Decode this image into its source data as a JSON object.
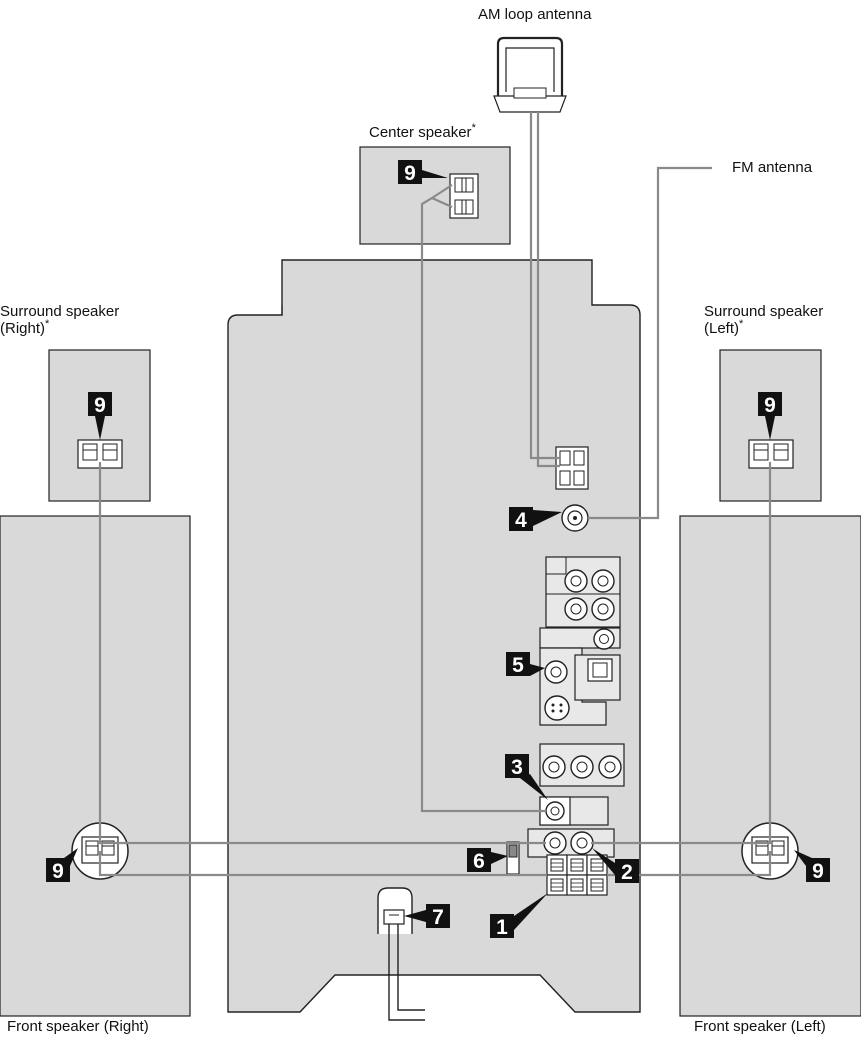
{
  "labels": {
    "am_antenna": "AM loop antenna",
    "fm_antenna": "FM antenna",
    "center_speaker": "Center speaker",
    "surround_right_line1": "Surround speaker",
    "surround_right_line2": "(Right)",
    "surround_left_line1": "Surround speaker",
    "surround_left_line2": "(Left)",
    "front_right": "Front speaker (Right)",
    "front_left": "Front speaker (Left)",
    "asterisk": "*"
  },
  "callouts": {
    "c1": "1",
    "c2": "2",
    "c3": "3",
    "c4": "4",
    "c5": "5",
    "c6": "6",
    "c7": "7",
    "c9": "9"
  },
  "colors": {
    "panel": "#d9d9d9",
    "outline": "#222222",
    "wire": "#8a8a8a",
    "callout_bg": "#111111",
    "callout_fg": "#ffffff"
  }
}
